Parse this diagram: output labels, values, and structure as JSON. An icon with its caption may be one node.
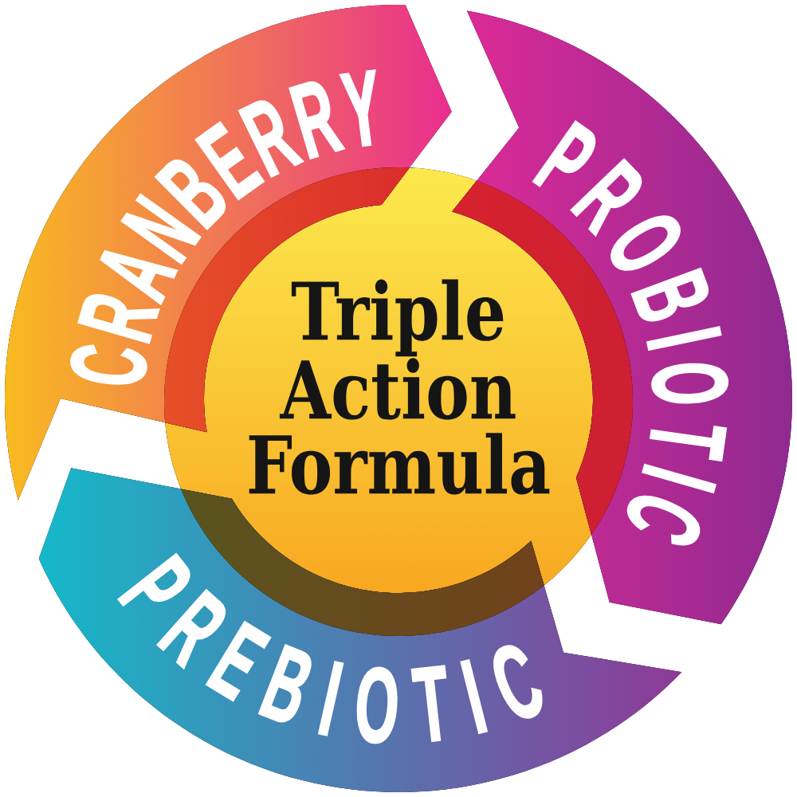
{
  "diagram": {
    "nodes": [
      {
        "text": [
          "Triple Action Formula"
        ]
      },
      {
        "text": [
          "CRANBERRY"
        ]
      },
      {
        "text": [
          "PROBIOTIC"
        ]
      },
      {
        "text": [
          "PREBIOTIC"
        ]
      }
    ]
  }
}
